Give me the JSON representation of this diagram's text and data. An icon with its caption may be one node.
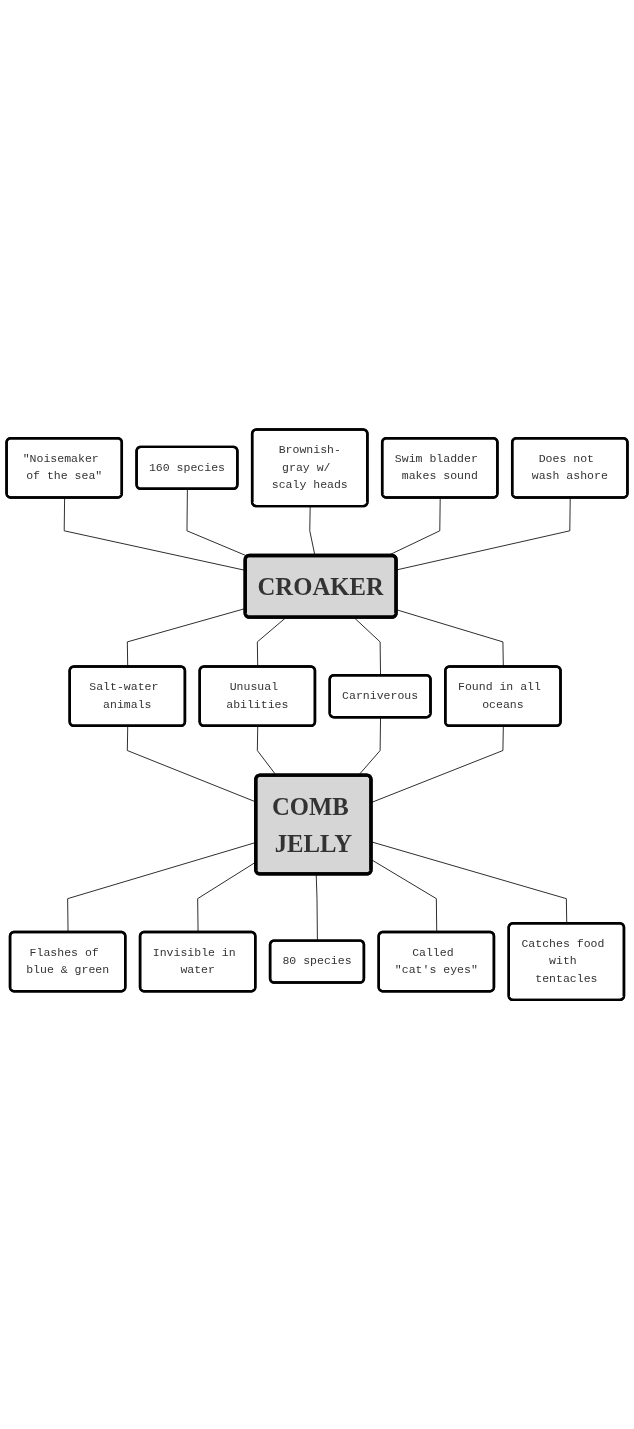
{
  "diagram": {
    "nodes": [
      {
        "text": [
          "\"Noisemaker of the sea\""
        ]
      },
      {
        "text": [
          "160 species"
        ]
      },
      {
        "text": [
          "Brownish-gray w/ scaly heads"
        ]
      },
      {
        "text": [
          "Swim bladder makes sound"
        ]
      },
      {
        "text": [
          "Does not wash ashore"
        ]
      },
      {
        "text": [
          "CROAKER"
        ]
      },
      {
        "text": [
          "Salt-water animals"
        ]
      },
      {
        "text": [
          "Unusual abilities"
        ]
      },
      {
        "text": [
          "Carniverous"
        ]
      },
      {
        "text": [
          "Found in all oceans"
        ]
      },
      {
        "text": [
          "COMB JELLY"
        ]
      },
      {
        "text": [
          "Flashes of blue & green"
        ]
      },
      {
        "text": [
          "Invisible in water"
        ]
      },
      {
        "text": [
          "80 species"
        ]
      },
      {
        "text": [
          "Called \"cat's eyes\""
        ]
      },
      {
        "text": [
          "Catches food with tentacles"
        ]
      }
    ],
    "edges": [
      {
        "from": 0,
        "to": 5,
        "arrow": "none"
      },
      {
        "from": 1,
        "to": 5,
        "arrow": "none"
      },
      {
        "from": 2,
        "to": 5,
        "arrow": "none"
      },
      {
        "from": 3,
        "to": 5,
        "arrow": "none"
      },
      {
        "from": 4,
        "to": 5,
        "arrow": "none"
      },
      {
        "from": 5,
        "to": 6,
        "arrow": "none"
      },
      {
        "from": 5,
        "to": 7,
        "arrow": "none"
      },
      {
        "from": 5,
        "to": 8,
        "arrow": "none"
      },
      {
        "from": 5,
        "to": 9,
        "arrow": "none"
      },
      {
        "from": 6,
        "to": 10,
        "arrow": "none"
      },
      {
        "from": 7,
        "to": 10,
        "arrow": "none"
      },
      {
        "from": 8,
        "to": 10,
        "arrow": "none"
      },
      {
        "from": 9,
        "to": 10,
        "arrow": "none"
      },
      {
        "from": 10,
        "to": 11,
        "arrow": "none"
      },
      {
        "from": 10,
        "to": 12,
        "arrow": "none"
      },
      {
        "from": 10,
        "to": 13,
        "arrow": "none"
      },
      {
        "from": 10,
        "to": 14,
        "arrow": "none"
      },
      {
        "from": 10,
        "to": 15,
        "arrow": "none"
      }
    ]
  }
}
